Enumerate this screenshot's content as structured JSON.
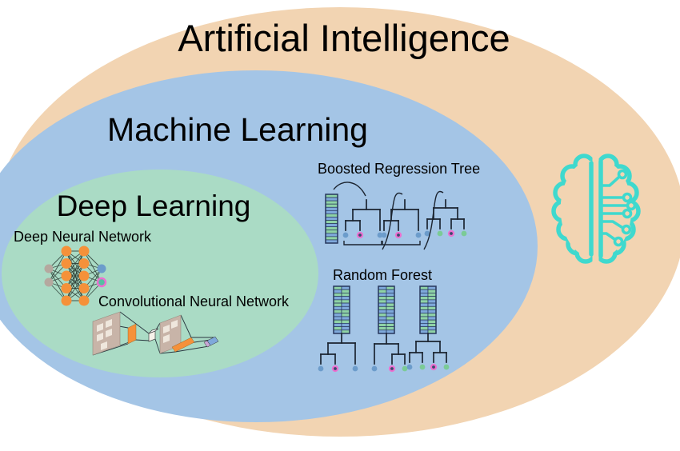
{
  "diagram": {
    "rings": [
      {
        "label": "Artificial Intelligence"
      },
      {
        "label": "Machine Learning"
      },
      {
        "label": "Deep Learning"
      }
    ],
    "items": [
      {
        "label": "Deep Neural Network"
      },
      {
        "label": "Convolutional Neural Network"
      },
      {
        "label": "Boosted Regression Tree"
      },
      {
        "label": "Random Forest"
      }
    ],
    "icons": [
      {
        "name": "brain-circuit-icon"
      }
    ]
  },
  "colors": {
    "ai_fill": "#F2D4B2",
    "ml_fill": "#A4C5E6",
    "dl_fill": "#AADBC5",
    "brain": "#3FD9CE",
    "line": "#1B2430",
    "orange": "#F5913A",
    "node_gray": "#B5A89F",
    "node_blue": "#6C9CCB",
    "node_teal": "#55BFA2",
    "ring_magenta": "#EC6FD0",
    "stripe_green": "#8FD3A6",
    "stripe_blue": "#7FA9DB",
    "stripe_border": "#26365C",
    "dot_blue": "#6C9CCB",
    "dot_green": "#7BCB96",
    "dot_center": "#3A4A6B",
    "cnn_tan": "#C8B4A8",
    "cnn_light": "#EFE7DD",
    "cnn_blue": "#7FA9DB",
    "cnn_purple": "#C9A6D6",
    "text": "#000000"
  }
}
